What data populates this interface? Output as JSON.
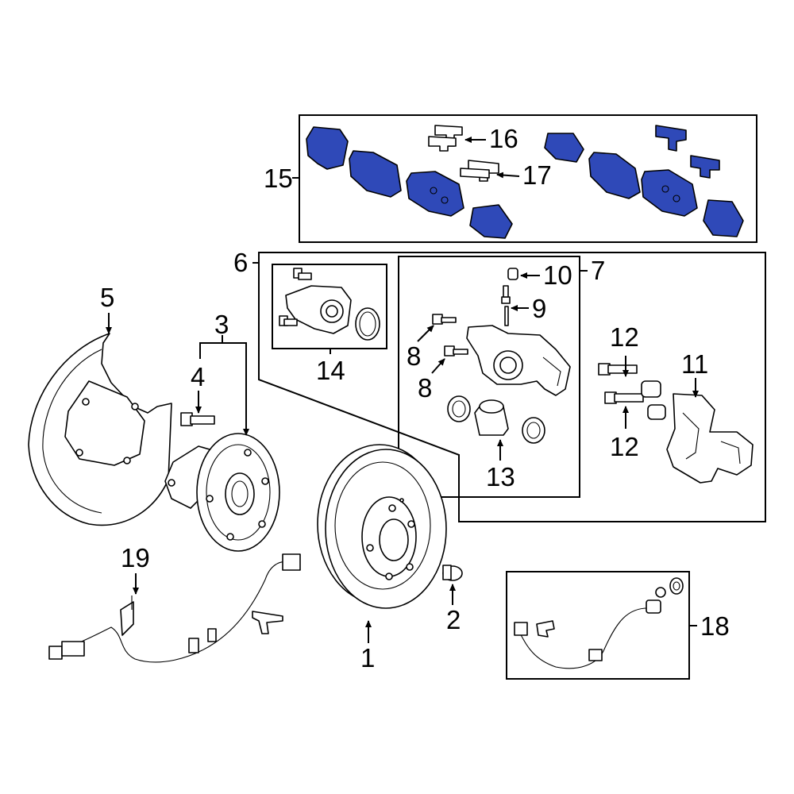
{
  "colors": {
    "pad_fill": "#2f49b8",
    "line": "#000000",
    "background": "#ffffff"
  },
  "callouts": {
    "c1": "1",
    "c2": "2",
    "c3": "3",
    "c4": "4",
    "c5": "5",
    "c6": "6",
    "c7": "7",
    "c8a": "8",
    "c8b": "8",
    "c9": "9",
    "c10": "10",
    "c11": "11",
    "c12a": "12",
    "c12b": "12",
    "c13": "13",
    "c14": "14",
    "c15": "15",
    "c16": "16",
    "c17": "17",
    "c18": "18",
    "c19": "19"
  }
}
